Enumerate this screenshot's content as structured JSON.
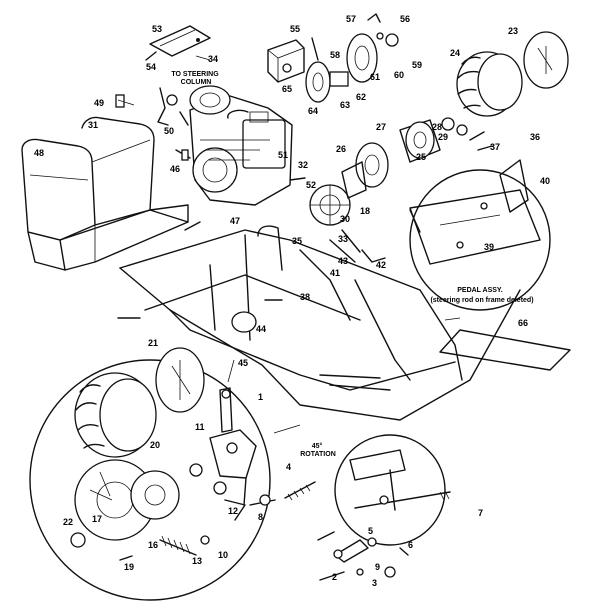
{
  "captions": {
    "steering": "TO STEERING\nCOLUMN",
    "pedal": "PEDAL ASSY.",
    "pedal_note": "(steering rod on frame deleted)",
    "rotation": "45°\nROTATION"
  },
  "callouts": [
    {
      "id": "c1",
      "text": "1"
    },
    {
      "id": "c2",
      "text": "2"
    },
    {
      "id": "c3",
      "text": "3"
    },
    {
      "id": "c4",
      "text": "4"
    },
    {
      "id": "c5",
      "text": "5"
    },
    {
      "id": "c6",
      "text": "6"
    },
    {
      "id": "c7",
      "text": "7"
    },
    {
      "id": "c8",
      "text": "8"
    },
    {
      "id": "c9",
      "text": "9"
    },
    {
      "id": "c10",
      "text": "10"
    },
    {
      "id": "c11",
      "text": "11"
    },
    {
      "id": "c12",
      "text": "12"
    },
    {
      "id": "c13",
      "text": "13"
    },
    {
      "id": "c16",
      "text": "16"
    },
    {
      "id": "c17",
      "text": "17"
    },
    {
      "id": "c18",
      "text": "18"
    },
    {
      "id": "c19",
      "text": "19"
    },
    {
      "id": "c20",
      "text": "20"
    },
    {
      "id": "c21",
      "text": "21"
    },
    {
      "id": "c22",
      "text": "22"
    },
    {
      "id": "c23",
      "text": "23"
    },
    {
      "id": "c24",
      "text": "24"
    },
    {
      "id": "c25",
      "text": "25"
    },
    {
      "id": "c26",
      "text": "26"
    },
    {
      "id": "c27",
      "text": "27"
    },
    {
      "id": "c28",
      "text": "28"
    },
    {
      "id": "c29",
      "text": "29"
    },
    {
      "id": "c30",
      "text": "30"
    },
    {
      "id": "c31",
      "text": "31"
    },
    {
      "id": "c32",
      "text": "32"
    },
    {
      "id": "c33",
      "text": "33"
    },
    {
      "id": "c34",
      "text": "34"
    },
    {
      "id": "c35",
      "text": "35"
    },
    {
      "id": "c36",
      "text": "36"
    },
    {
      "id": "c37",
      "text": "37"
    },
    {
      "id": "c38",
      "text": "38"
    },
    {
      "id": "c39",
      "text": "39"
    },
    {
      "id": "c40",
      "text": "40"
    },
    {
      "id": "c41",
      "text": "41"
    },
    {
      "id": "c42",
      "text": "42"
    },
    {
      "id": "c43",
      "text": "43"
    },
    {
      "id": "c44",
      "text": "44"
    },
    {
      "id": "c45",
      "text": "45"
    },
    {
      "id": "c46",
      "text": "46"
    },
    {
      "id": "c47",
      "text": "47"
    },
    {
      "id": "c48",
      "text": "48"
    },
    {
      "id": "c49",
      "text": "49"
    },
    {
      "id": "c50",
      "text": "50"
    },
    {
      "id": "c51",
      "text": "51"
    },
    {
      "id": "c52",
      "text": "52"
    },
    {
      "id": "c53",
      "text": "53"
    },
    {
      "id": "c54",
      "text": "54"
    },
    {
      "id": "c55",
      "text": "55"
    },
    {
      "id": "c56",
      "text": "56"
    },
    {
      "id": "c57",
      "text": "57"
    },
    {
      "id": "c58",
      "text": "58"
    },
    {
      "id": "c59",
      "text": "59"
    },
    {
      "id": "c60",
      "text": "60"
    },
    {
      "id": "c61",
      "text": "61"
    },
    {
      "id": "c62",
      "text": "62"
    },
    {
      "id": "c63",
      "text": "63"
    },
    {
      "id": "c64",
      "text": "64"
    },
    {
      "id": "c65",
      "text": "65"
    },
    {
      "id": "c66",
      "text": "66"
    }
  ]
}
